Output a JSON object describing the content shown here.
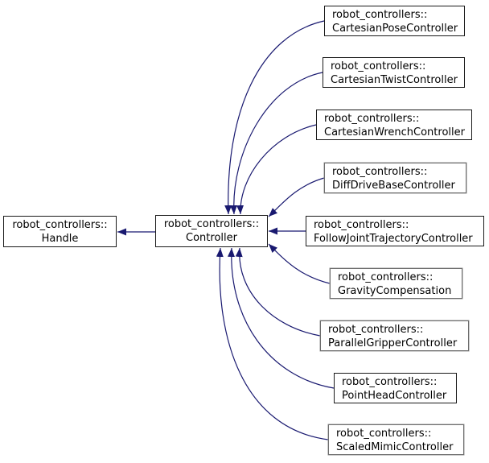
{
  "nodes": {
    "handle": {
      "ns": "robot_controllers::",
      "name": "Handle"
    },
    "controller": {
      "ns": "robot_controllers::",
      "name": "Controller"
    },
    "derived": [
      {
        "ns": "robot_controllers::",
        "name": "CartesianPoseController"
      },
      {
        "ns": "robot_controllers::",
        "name": "CartesianTwistController"
      },
      {
        "ns": "robot_controllers::",
        "name": "CartesianWrenchController"
      },
      {
        "ns": "robot_controllers::",
        "name": "DiffDriveBaseController"
      },
      {
        "ns": "robot_controllers::",
        "name": "FollowJointTrajectoryController"
      },
      {
        "ns": "robot_controllers::",
        "name": "GravityCompensation"
      },
      {
        "ns": "robot_controllers::",
        "name": "ParallelGripperController"
      },
      {
        "ns": "robot_controllers::",
        "name": "PointHeadController"
      },
      {
        "ns": "robot_controllers::",
        "name": "ScaledMimicController"
      }
    ]
  },
  "edges": [
    {
      "from": "robot_controllers::Controller",
      "to": "robot_controllers::Handle"
    },
    {
      "from": "robot_controllers::CartesianPoseController",
      "to": "robot_controllers::Controller"
    },
    {
      "from": "robot_controllers::CartesianTwistController",
      "to": "robot_controllers::Controller"
    },
    {
      "from": "robot_controllers::CartesianWrenchController",
      "to": "robot_controllers::Controller"
    },
    {
      "from": "robot_controllers::DiffDriveBaseController",
      "to": "robot_controllers::Controller"
    },
    {
      "from": "robot_controllers::FollowJointTrajectoryController",
      "to": "robot_controllers::Controller"
    },
    {
      "from": "robot_controllers::GravityCompensation",
      "to": "robot_controllers::Controller"
    },
    {
      "from": "robot_controllers::ParallelGripperController",
      "to": "robot_controllers::Controller"
    },
    {
      "from": "robot_controllers::PointHeadController",
      "to": "robot_controllers::Controller"
    },
    {
      "from": "robot_controllers::ScaledMimicController",
      "to": "robot_controllers::Controller"
    }
  ],
  "colors": {
    "arrow": "#191970",
    "box_fill": "#ffffff",
    "border_dark": "#1a1a1a",
    "border_gray": "#6e6e6e",
    "text": "#000000",
    "background": "#ffffff"
  }
}
